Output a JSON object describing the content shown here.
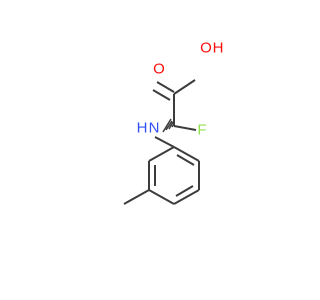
{
  "molecule": {
    "labels": {
      "oxygen_carbonyl": "O",
      "hydroxyl_o": "O",
      "hydroxyl_h": "H",
      "fluorine": "F",
      "amine_h": "H",
      "amine_n": "N"
    },
    "colors": {
      "oxygen": "#ff0d0d",
      "nitrogen": "#3050f8",
      "fluorine": "#90e050",
      "bond": "#3c3c3c"
    }
  }
}
